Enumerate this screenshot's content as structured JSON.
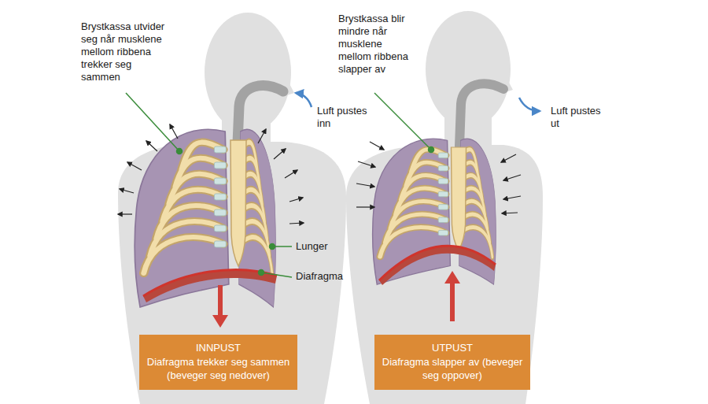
{
  "diagram": {
    "nodes": [
      {
        "text": [
          "INNPUST",
          "Diafragma trekker seg sammen (beveger seg nedover)"
        ]
      },
      {
        "text": [
          "UTPUST",
          "Diafragma slapper av (beveger seg oppover)"
        ]
      }
    ],
    "labels": [
      "Brystkassa utvider seg når musklene mellom ribbena trekker seg sammen",
      "Brystkassa blir mindre når musklene mellom ribbena slapper av",
      "Luft pustes inn",
      "Luft pustes ut",
      "Lunger",
      "Diafragma"
    ]
  }
}
